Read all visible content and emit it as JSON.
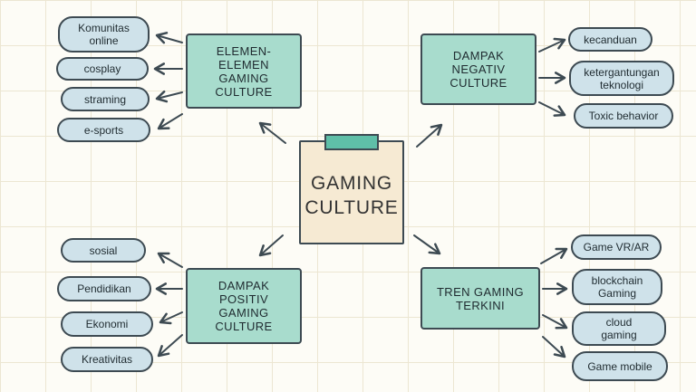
{
  "center": {
    "title": "GAMING\nCULTURE"
  },
  "nodes": {
    "elemen": "ELEMEN-\nELEMEN\nGAMING\nCULTURE",
    "negativ": "DAMPAK\nNEGATIV\nCULTURE",
    "positiv": "DAMPAK\nPOSITIV\nGAMING\nCULTURE",
    "tren": "TREN GAMING\nTERKINI"
  },
  "leaves": {
    "elemen": [
      "Komunitas\nonline",
      "cosplay",
      "straming",
      "e-sports"
    ],
    "negativ": [
      "kecanduan",
      "ketergantungan\nteknologi",
      "Toxic behavior"
    ],
    "positiv": [
      "sosial",
      "Pendidikan",
      "Ekonomi",
      "Kreativitas"
    ],
    "tren": [
      "Game VR/AR",
      "blockchain\nGaming",
      "cloud\ngaming",
      "Game mobile"
    ]
  },
  "colors": {
    "box_fill": "#a8dccd",
    "pill_fill": "#cfe2ea",
    "center_fill": "#f6ead3",
    "clip_fill": "#5fbfa8",
    "stroke": "#3d4a52"
  }
}
